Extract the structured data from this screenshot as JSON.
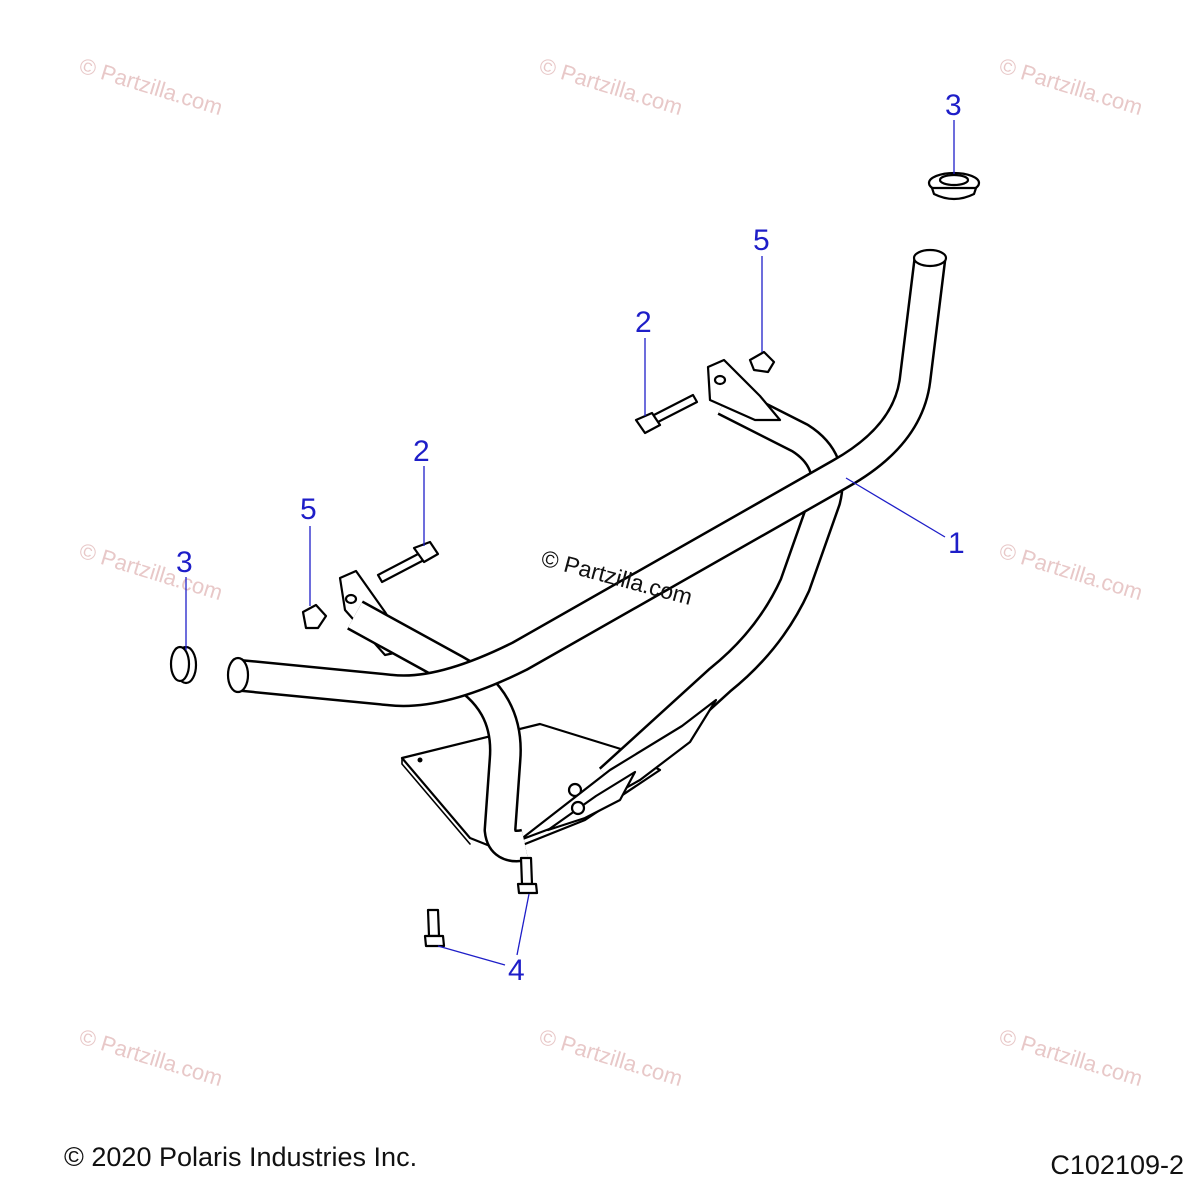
{
  "watermark": {
    "text": "© Partzilla.com",
    "center_text": "© Partzilla.com"
  },
  "callouts": {
    "c1": "1",
    "c2a": "2",
    "c2b": "2",
    "c3a": "3",
    "c3b": "3",
    "c4": "4",
    "c5a": "5",
    "c5b": "5"
  },
  "footer": {
    "copyright": "© 2020 Polaris Industries Inc.",
    "diagram_code": "C102109-2"
  },
  "colors": {
    "callout": "#1e1ec8",
    "line_art": "#000000",
    "watermark": "#e8c8c8"
  }
}
